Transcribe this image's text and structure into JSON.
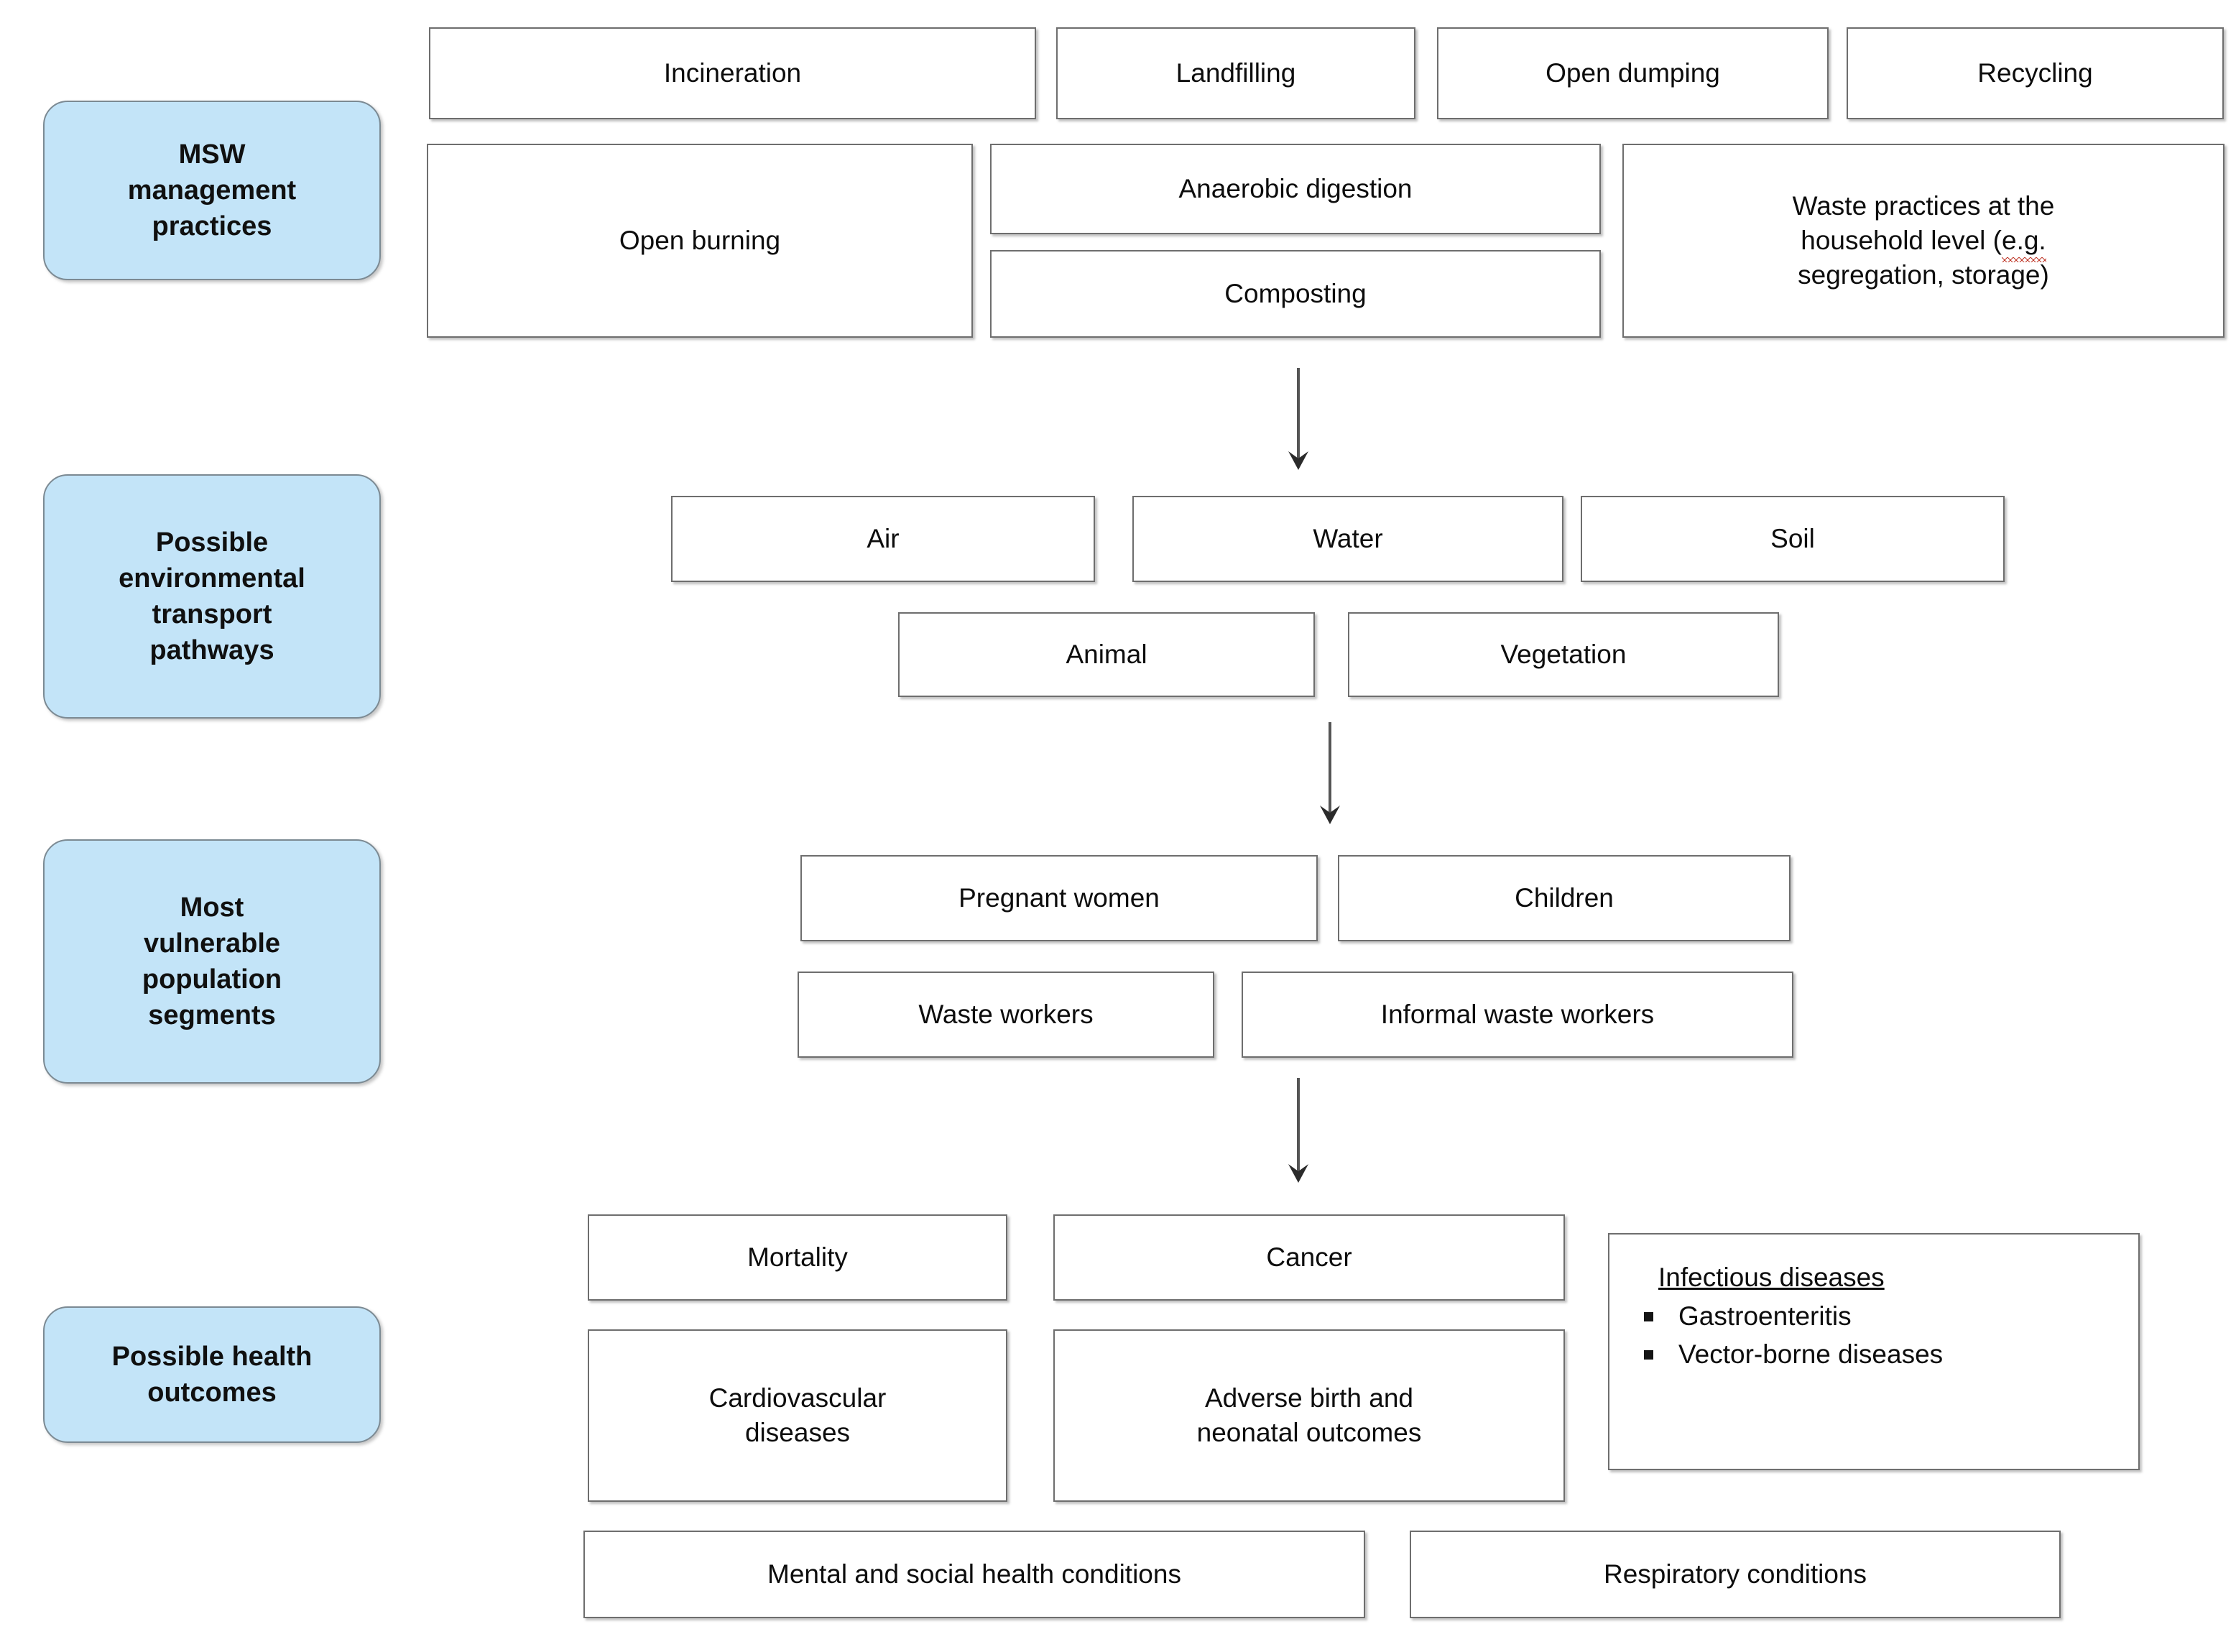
{
  "figure": {
    "type": "conceptual-flow-diagram",
    "orientation": "top-to-bottom",
    "accent_color": "#c3e4f8",
    "node_border_color": "#6e6e6e",
    "background": "#ffffff"
  },
  "tiers": [
    {
      "id": "msw-management-practices",
      "label": "MSW management practices",
      "nodes": [
        "Incineration",
        "Landfilling",
        "Open dumping",
        "Recycling",
        "Open burning",
        "Anaerobic digestion",
        "Composting",
        "Waste practices at the household level (e.g. segregation, storage)"
      ]
    },
    {
      "id": "possible-environmental-transport-pathways",
      "label": "Possible environmental transport pathways",
      "nodes": [
        "Air",
        "Water",
        "Soil",
        "Animal",
        "Vegetation"
      ]
    },
    {
      "id": "most-vulnerable-population-segments",
      "label": "Most vulnerable population segments",
      "nodes": [
        "Pregnant women",
        "Children",
        "Waste workers",
        "Informal waste workers"
      ]
    },
    {
      "id": "possible-health-outcomes",
      "label": "Possible health outcomes",
      "nodes": [
        "Mortality",
        "Cancer",
        "Cardiovascular diseases",
        "Adverse birth and neonatal outcomes",
        "Mental and social health conditions",
        "Respiratory conditions"
      ]
    }
  ],
  "labels": {
    "tier1": "MSW\nmanagement\npractices",
    "tier1_l1": "MSW",
    "tier1_l2": "management",
    "tier1_l3": "practices",
    "tier2_l1": "Possible",
    "tier2_l2": "environmental",
    "tier2_l3": "transport",
    "tier2_l4": "pathways",
    "tier3_l1": "Most",
    "tier3_l2": "vulnerable",
    "tier3_l3": "population",
    "tier3_l4": "segments",
    "tier4_l1": "Possible health",
    "tier4_l2": "outcomes"
  },
  "nodes": {
    "incineration": "Incineration",
    "landfilling": "Landfilling",
    "open_dumping": "Open dumping",
    "recycling": "Recycling",
    "open_burning": "Open burning",
    "anaerobic_digestion": "Anaerobic digestion",
    "composting": "Composting",
    "household_line1": "Waste practices at the",
    "household_line2_a": "household level (",
    "household_line2_eg": "e.g.",
    "household_line3": "segregation, storage)",
    "air": "Air",
    "water": "Water",
    "soil": "Soil",
    "animal": "Animal",
    "vegetation": "Vegetation",
    "pregnant_women": "Pregnant women",
    "children": "Children",
    "waste_workers": "Waste workers",
    "informal_waste_workers": "Informal waste workers",
    "mortality": "Mortality",
    "cancer": "Cancer",
    "cardiovascular_line1": "Cardiovascular",
    "cardiovascular_line2": "diseases",
    "adverse_birth_line1": "Adverse birth and",
    "adverse_birth_line2": "neonatal outcomes",
    "mental_social": "Mental and social health conditions",
    "respiratory": "Respiratory conditions",
    "infectious_title": "Infectious diseases",
    "infectious_item1": "Gastroenteritis",
    "infectious_item2": "Vector-borne diseases"
  },
  "arrows": [
    {
      "id": "practices-to-pathways",
      "from": "msw-management-practices",
      "to": "possible-environmental-transport-pathways"
    },
    {
      "id": "pathways-to-population",
      "from": "possible-environmental-transport-pathways",
      "to": "most-vulnerable-population-segments"
    },
    {
      "id": "population-to-outcomes",
      "from": "most-vulnerable-population-segments",
      "to": "possible-health-outcomes"
    }
  ]
}
